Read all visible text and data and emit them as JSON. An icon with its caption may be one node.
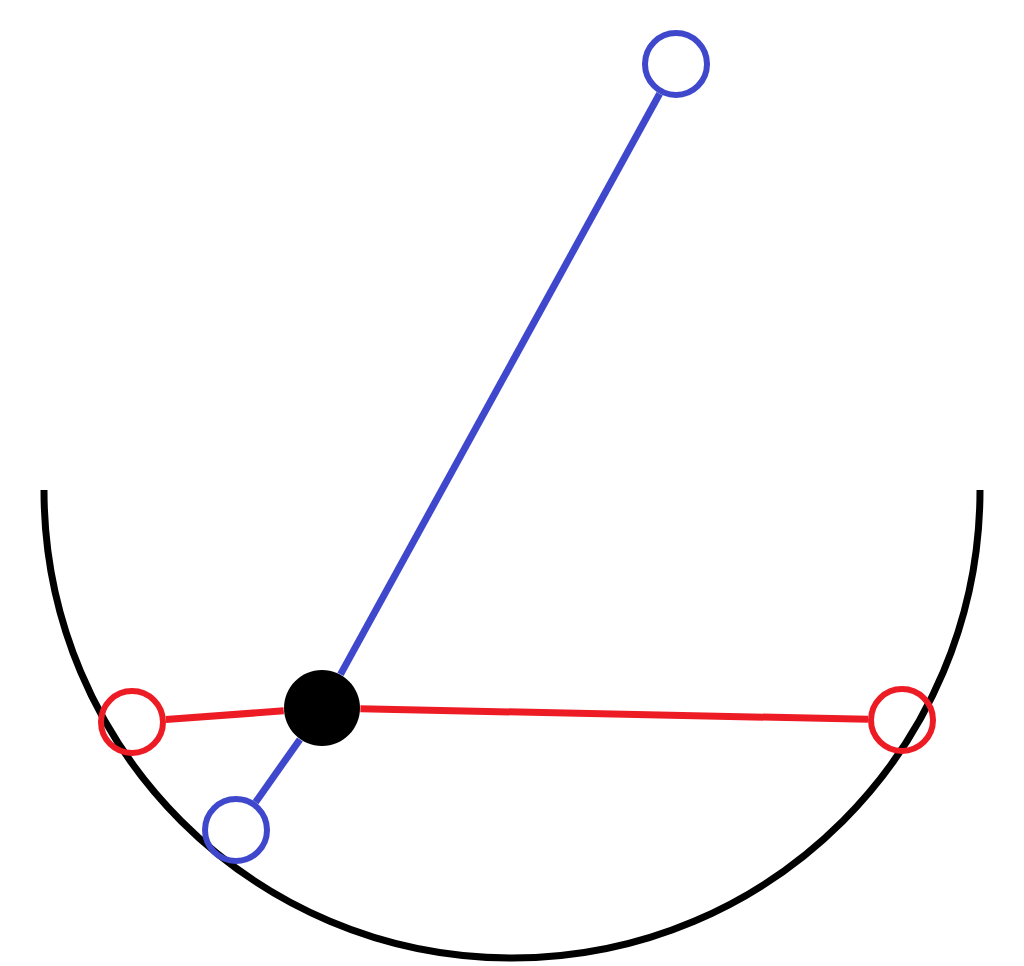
{
  "diagram": {
    "nodes": [
      {
        "text": [],
        "shape": "circle"
      },
      {
        "text": [],
        "shape": "circle"
      },
      {
        "text": [],
        "shape": "dot"
      },
      {
        "text": [],
        "shape": "circle"
      },
      {
        "text": [],
        "shape": "circle"
      }
    ],
    "edges": [
      {
        "from": 0,
        "to": 2,
        "arrow": "none",
        "color": "#3f48cc"
      },
      {
        "from": 2,
        "to": 4,
        "arrow": "none",
        "color": "#3f48cc"
      },
      {
        "from": 1,
        "to": 2,
        "arrow": "none",
        "color": "#ed1c24"
      },
      {
        "from": 2,
        "to": 3,
        "arrow": "none",
        "color": "#ed1c24"
      }
    ]
  }
}
